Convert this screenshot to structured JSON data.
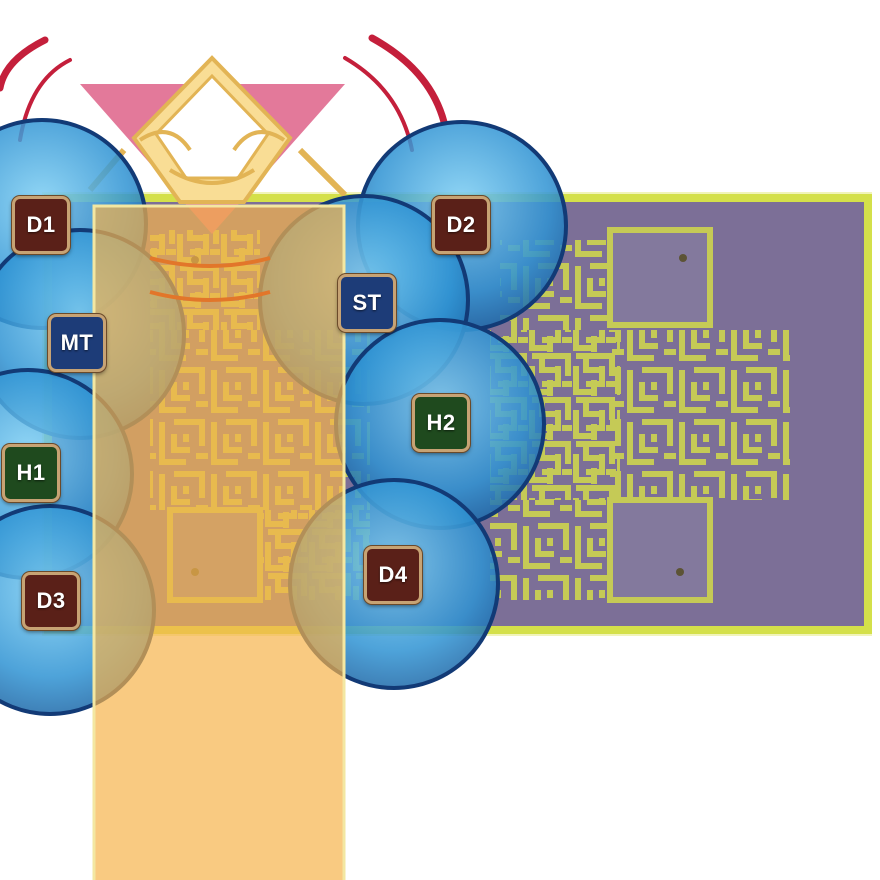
{
  "colors": {
    "arena_fill": "#7c6f97",
    "arena_border": "#d4e04a",
    "maze_line": "#c9cf53",
    "aoe_column": "#f7b44c",
    "aoe_column_border": "#f3e7a2",
    "tether_arc": "#c41f3b",
    "player_circle_fill": "#3a9ed8",
    "player_circle_border": "#123a76",
    "dps_marker": "#5a2018",
    "tank_marker": "#1d3c78",
    "healer_marker": "#1f4a1e",
    "sigil_fill": "#f9dd95",
    "sigil_stroke": "#e2b455",
    "triangle_fill": "#e06a8f"
  },
  "boss_sigil": {
    "icon": "hands-triangle-sigil-icon"
  },
  "markers": [
    {
      "id": "D1",
      "label": "D1",
      "role": "dps"
    },
    {
      "id": "MT",
      "label": "MT",
      "role": "tank"
    },
    {
      "id": "H1",
      "label": "H1",
      "role": "healer"
    },
    {
      "id": "D3",
      "label": "D3",
      "role": "dps"
    },
    {
      "id": "D2",
      "label": "D2",
      "role": "dps"
    },
    {
      "id": "ST",
      "label": "ST",
      "role": "tank"
    },
    {
      "id": "H2",
      "label": "H2",
      "role": "healer"
    },
    {
      "id": "D4",
      "label": "D4",
      "role": "dps"
    }
  ]
}
